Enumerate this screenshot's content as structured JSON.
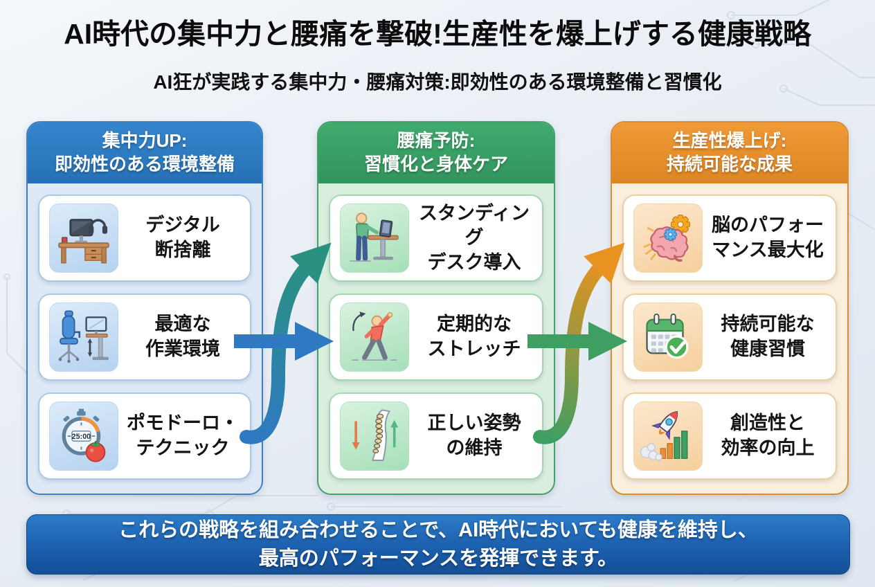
{
  "page": {
    "title": "AI時代の集中力と腰痛を撃破!生産性を爆上げする健康戦略",
    "subtitle": "AI狂が実践する集中力・腰痛対策:即効性のある環境整備と習慣化",
    "footer": "これらの戦略を組み合わせることで、AI時代においても健康を維持し、\n最高のパフォーマンスを発揮できます。"
  },
  "columns": [
    {
      "id": "focus",
      "header": "集中力UP:\n即効性のある環境整備",
      "accent": "#2b7dc3",
      "body_bg": "#dde9f7",
      "items": [
        {
          "label": "デジタル\n断捨離",
          "icon": "desk-monitor-headphones-icon"
        },
        {
          "label": "最適な\n作業環境",
          "icon": "ergonomic-chair-desk-icon"
        },
        {
          "label": "ポモドーロ・\nテクニック",
          "icon": "pomodoro-timer-tomato-icon",
          "timer_value": "25:00"
        }
      ]
    },
    {
      "id": "backpain-prevention",
      "header": "腰痛予防:\n習慣化と身体ケア",
      "accent": "#3aa368",
      "body_bg": "#daeede",
      "items": [
        {
          "label": "スタンディング\nデスク導入",
          "icon": "standing-desk-person-icon"
        },
        {
          "label": "定期的な\nストレッチ",
          "icon": "stretching-person-icon"
        },
        {
          "label": "正しい姿勢\nの維持",
          "icon": "spine-posture-arrows-icon"
        }
      ]
    },
    {
      "id": "productivity",
      "header": "生産性爆上げ:\n持続可能な成果",
      "accent": "#e78e2c",
      "body_bg": "#faeedc",
      "items": [
        {
          "label": "脳のパフォー\nマンス最大化",
          "icon": "brain-gears-icon"
        },
        {
          "label": "持続可能な\n健康習慣",
          "icon": "calendar-check-icon"
        },
        {
          "label": "創造性と\n効率の向上",
          "icon": "rocket-growth-chart-icon"
        }
      ]
    }
  ],
  "arrows": {
    "blue": "#2e79c2",
    "teal": "#2a9180",
    "green": "#3f9e62",
    "orange": "#e8921f"
  }
}
